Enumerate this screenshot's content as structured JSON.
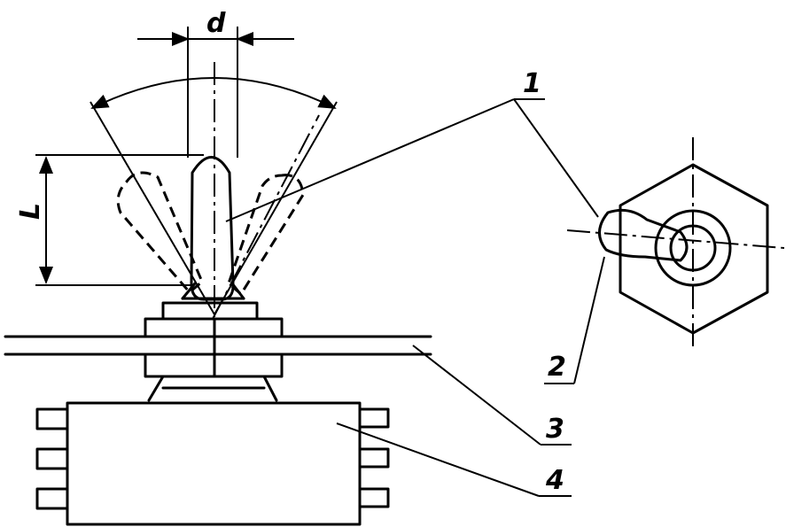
{
  "labels": {
    "dim_d": "d",
    "dim_l": "L",
    "part_1": "1",
    "part_2": "2",
    "part_3": "3",
    "part_4": "4"
  }
}
